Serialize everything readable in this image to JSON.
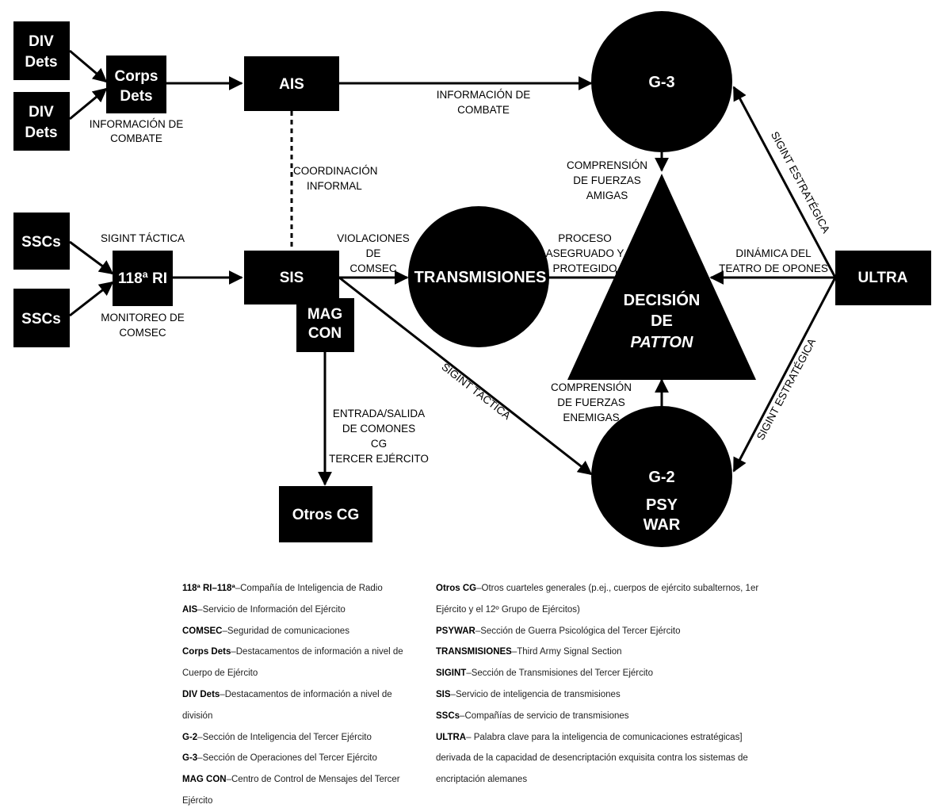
{
  "diagram": {
    "nodes": {
      "div_dets_1": [
        "DIV",
        "Dets"
      ],
      "div_dets_2": [
        "DIV",
        "Dets"
      ],
      "corps_dets": [
        "Corps",
        "Dets"
      ],
      "ais": "AIS",
      "ssc_1": "SSCs",
      "ssc_2": "SSCs",
      "ri_118": "118ª RI",
      "sis": "SIS",
      "mag_con": [
        "MAG",
        "CON"
      ],
      "otros_cg": "Otros CG",
      "g3": "G-3",
      "transmisiones": "TRANSMISIONES",
      "decision": [
        "DECISIÓN",
        "DE",
        "PATTON"
      ],
      "g2": [
        "G-2",
        "PSY",
        "WAR"
      ],
      "ultra": "ULTRA"
    },
    "labels": {
      "info_combate_left": [
        "INFORMACIÓN DE",
        "COMBATE"
      ],
      "info_combate_top": [
        "INFORMACIÓN DE",
        "COMBATE"
      ],
      "coordinacion": [
        "COORDINACIÓN",
        "INFORMAL"
      ],
      "sigint_tactica_top": "SIGINT TÁCTICA",
      "monitoreo": [
        "MONITOREO DE",
        "COMSEC"
      ],
      "violaciones": [
        "VIOLACIONES",
        "DE",
        "COMSEC"
      ],
      "proceso": [
        "PROCESO",
        "ASEGRUADO Y",
        "PROTEGIDO"
      ],
      "comprension_amigas": [
        "COMPRENSIÓN",
        "DE FUERZAS",
        "AMIGAS"
      ],
      "dinamica": [
        "DINÁMICA DEL",
        "TEATRO DE OPONES"
      ],
      "comprension_enemigas": [
        "COMPRENSIÓN",
        "DE FUERZAS",
        "ENEMIGAS"
      ],
      "entrada_salida": [
        "ENTRADA/SALIDA",
        "DE COMONES",
        "CG",
        "TERCER EJÉRCITO"
      ],
      "sigint_tactica_diag": "SIGINT TÁCTICA",
      "sigint_estrategica_top": "SIGINT ESTRATÉGICA",
      "sigint_estrategica_bottom": "SIGINT ESTRATÉGICA"
    }
  },
  "legend": {
    "left": [
      {
        "term": "118ª RI–118ª",
        "def": "–Compañía de Inteligencia de Radio"
      },
      {
        "term": "AIS",
        "def": "–Servicio de Información del Ejército"
      },
      {
        "term": "COMSEC",
        "def": "–Seguridad de comunicaciones"
      },
      {
        "term": "Corps Dets",
        "def": "–Destacamentos de información a nivel de Cuerpo de Ejército"
      },
      {
        "term": "DIV Dets",
        "def": "–Destacamentos de información a nivel de división"
      },
      {
        "term": "G-2",
        "def": "–Sección de Inteligencia del Tercer Ejército"
      },
      {
        "term": "G-3",
        "def": "–Sección de Operaciones del Tercer Ejército"
      },
      {
        "term": "MAG CON",
        "def": "–Centro de Control de Mensajes del Tercer Ejército"
      }
    ],
    "right": [
      {
        "term": "Otros CG",
        "def": "–Otros cuarteles generales (p.ej., cuerpos de ejército subalternos, 1er Ejército y el 12º Grupo de Ejércitos)"
      },
      {
        "term": "PSYWAR",
        "def": "–Sección de Guerra Psicológica del Tercer Ejército"
      },
      {
        "term": "TRANSMISIONES",
        "def": "–Third Army Signal Section"
      },
      {
        "term": "SIGINT",
        "def": "–Sección de Transmisiones del Tercer Ejército"
      },
      {
        "term": "SIS",
        "def": "–Servicio de inteligencia de transmisiones"
      },
      {
        "term": "SSCs",
        "def": "–Compañías de servicio de transmisiones"
      },
      {
        "term": "ULTRA",
        "def": "– Palabra clave para la inteligencia de comunicaciones estratégicas] derivada de la capacidad de desencriptación exquisita contra los sistemas de encriptación alemanes"
      }
    ]
  }
}
